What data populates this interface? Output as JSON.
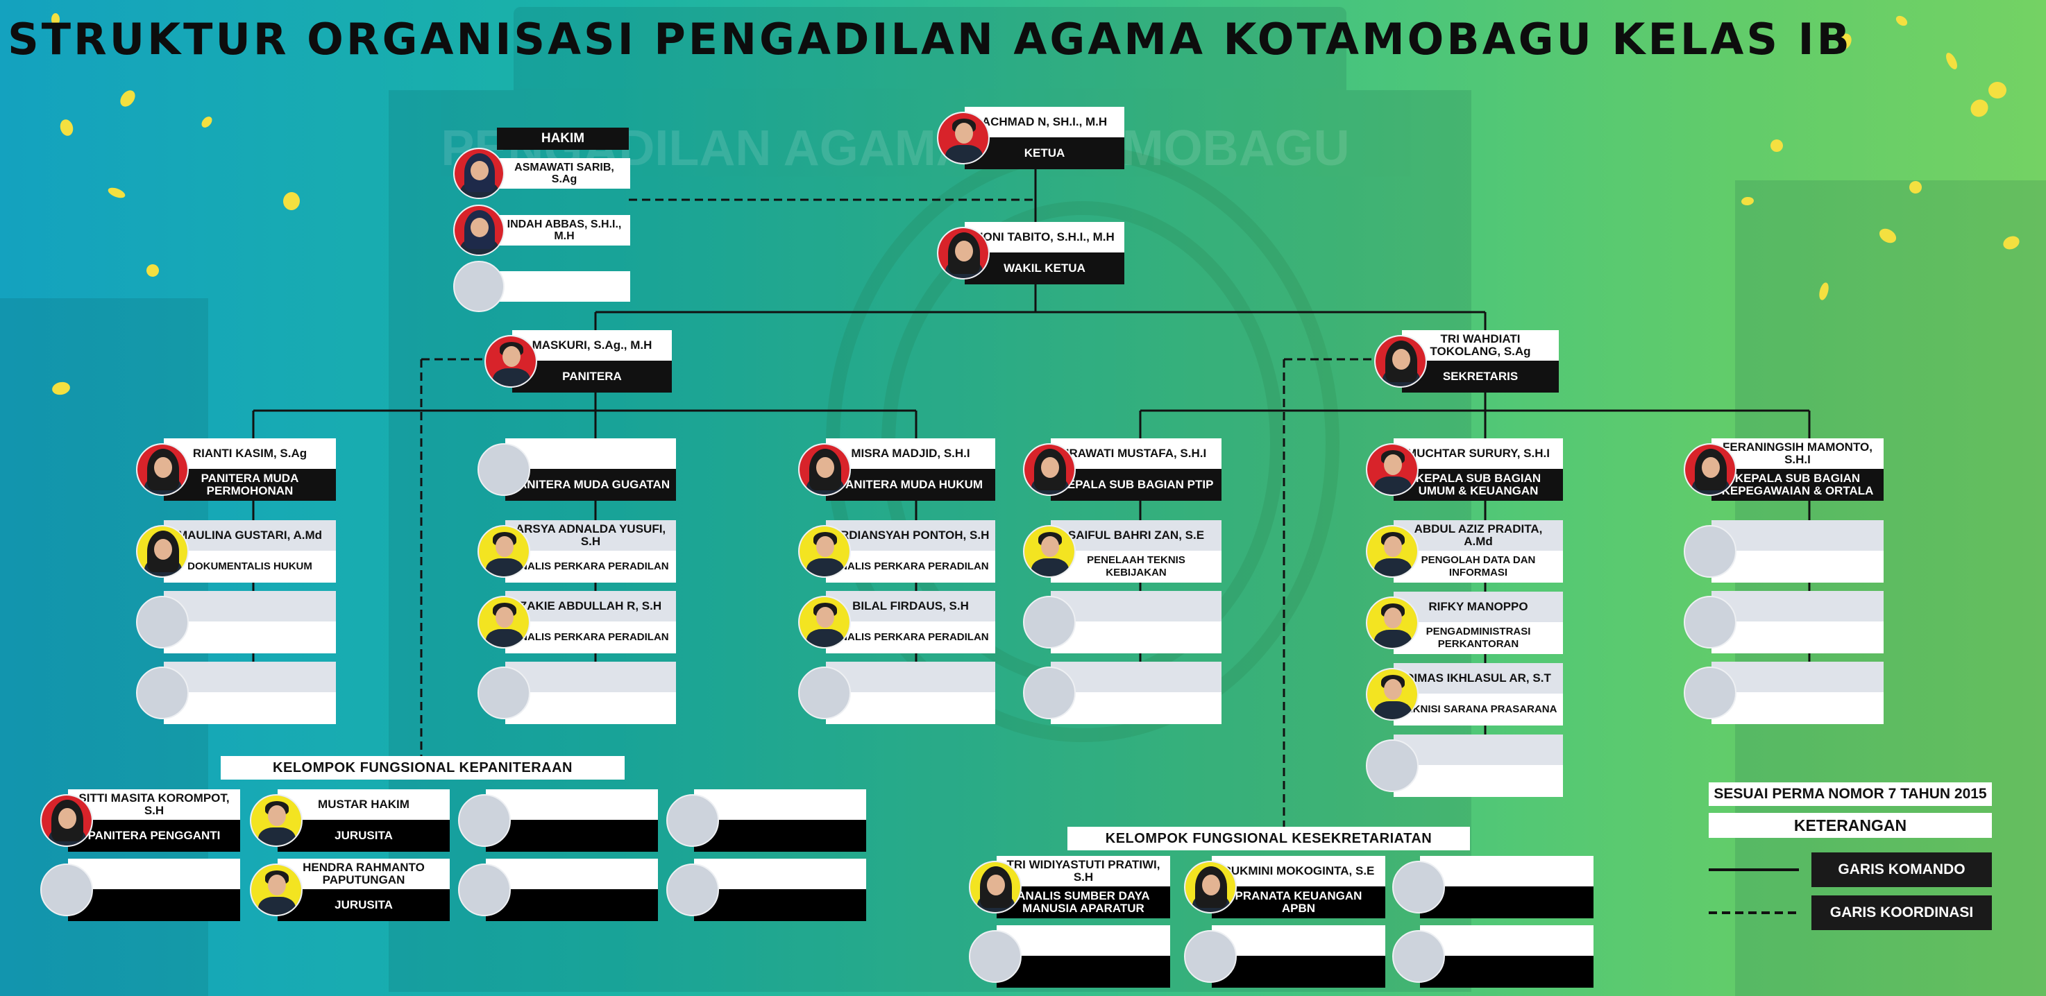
{
  "title": "STRUKTUR ORGANISASI PENGADILAN AGAMA KOTAMOBAGU KELAS IB",
  "background": {
    "watermark_text": "PENGADILAN AGAMA KOTAMOBAGU"
  },
  "colors": {
    "gradient_start": "#14a2bf",
    "gradient_end": "#74d264",
    "dark_box": "#111111",
    "light_box": "#ffffff",
    "empty_box": "#dfe3ea",
    "avatar_ring_red": "#d8232a",
    "avatar_ring_yellow": "#f3e421",
    "confetti": "#f4e040"
  },
  "hakim": {
    "label": "HAKIM",
    "members": [
      {
        "name": "ASMAWATI SARIB, S.Ag",
        "ring": "red"
      },
      {
        "name": "INDAH ABBAS, S.H.I., M.H",
        "ring": "red"
      },
      {
        "name": "",
        "ring": "none"
      }
    ]
  },
  "ketua": {
    "name": "ACHMAD N, SH.I., M.H",
    "role": "KETUA",
    "ring": "red"
  },
  "wakil": {
    "name": "NONI TABITO, S.H.I., M.H",
    "role": "WAKIL KETUA",
    "ring": "red"
  },
  "panitera": {
    "name": "MASKURI, S.Ag., M.H",
    "role": "PANITERA",
    "ring": "red"
  },
  "sekretaris": {
    "name": "TRI WAHDIATI TOKOLANG, S.Ag",
    "role": "SEKRETARIS",
    "ring": "red"
  },
  "units": [
    {
      "head": {
        "name": "RIANTI KASIM, S.Ag",
        "role": "PANITERA MUDA PERMOHONAN",
        "ring": "red"
      },
      "staff": [
        {
          "name": "MAULINA GUSTARI, A.Md",
          "role": "DOKUMENTALIS HUKUM",
          "ring": "yellow"
        },
        {
          "name": "",
          "role": "",
          "ring": "none"
        },
        {
          "name": "",
          "role": "",
          "ring": "none"
        }
      ]
    },
    {
      "head": {
        "name": "",
        "role": "PANITERA MUDA GUGATAN",
        "ring": "none"
      },
      "staff": [
        {
          "name": "ARSYA ADNALDA YUSUFI, S.H",
          "role": "ANALIS PERKARA PERADILAN",
          "ring": "yellow"
        },
        {
          "name": "ZAKIE ABDULLAH R, S.H",
          "role": "ANALIS PERKARA PERADILAN",
          "ring": "yellow"
        },
        {
          "name": "",
          "role": "",
          "ring": "none"
        }
      ]
    },
    {
      "head": {
        "name": "MISRA MADJID, S.H.I",
        "role": "PANITERA MUDA HUKUM",
        "ring": "red"
      },
      "staff": [
        {
          "name": "ARDIANSYAH PONTOH, S.H",
          "role": "ANALIS PERKARA PERADILAN",
          "ring": "yellow"
        },
        {
          "name": "BILAL FIRDAUS, S.H",
          "role": "ANALIS PERKARA PERADILAN",
          "ring": "yellow"
        },
        {
          "name": "",
          "role": "",
          "ring": "none"
        }
      ]
    },
    {
      "head": {
        "name": "IRAWATI MUSTAFA, S.H.I",
        "role": "KEPALA SUB BAGIAN PTIP",
        "ring": "red"
      },
      "staff": [
        {
          "name": "SAIFUL BAHRI ZAN, S.E",
          "role": "PENELAAH TEKNIS KEBIJAKAN",
          "ring": "yellow"
        },
        {
          "name": "",
          "role": "",
          "ring": "none"
        },
        {
          "name": "",
          "role": "",
          "ring": "none"
        }
      ]
    },
    {
      "head": {
        "name": "MUCHTAR SURURY, S.H.I",
        "role": "KEPALA SUB BAGIAN UMUM & KEUANGAN",
        "ring": "red"
      },
      "staff": [
        {
          "name": "ABDUL AZIZ PRADITA, A.Md",
          "role": "PENGOLAH DATA DAN INFORMASI",
          "ring": "yellow"
        },
        {
          "name": "RIFKY MANOPPO",
          "role": "PENGADMINISTRASI PERKANTORAN",
          "ring": "yellow"
        },
        {
          "name": "DIMAS IKHLASUL AR, S.T",
          "role": "TEKNISI SARANA PRASARANA",
          "ring": "yellow"
        },
        {
          "name": "",
          "role": "",
          "ring": "none"
        }
      ]
    },
    {
      "head": {
        "name": "FERANINGSIH MAMONTO, S.H.I",
        "role": "KEPALA SUB BAGIAN KEPEGAWAIAN & ORTALA",
        "ring": "red"
      },
      "staff": [
        {
          "name": "",
          "role": "",
          "ring": "none"
        },
        {
          "name": "",
          "role": "",
          "ring": "none"
        },
        {
          "name": "",
          "role": "",
          "ring": "none"
        }
      ]
    }
  ],
  "fungsional_kepaniteraan": {
    "label": "KELOMPOK FUNGSIONAL KEPANITERAAN",
    "members": [
      {
        "name": "SITTI MASITA KOROMPOT, S.H",
        "role": "PANITERA PENGGANTI",
        "ring": "red"
      },
      {
        "name": "MUSTAR HAKIM",
        "role": "JURUSITA",
        "ring": "yellow"
      },
      {
        "name": "",
        "role": "",
        "ring": "none"
      },
      {
        "name": "",
        "role": "",
        "ring": "none"
      },
      {
        "name": "",
        "role": "",
        "ring": "none"
      },
      {
        "name": "HENDRA RAHMANTO PAPUTUNGAN",
        "role": "JURUSITA",
        "ring": "yellow"
      },
      {
        "name": "",
        "role": "",
        "ring": "none"
      },
      {
        "name": "",
        "role": "",
        "ring": "none"
      }
    ]
  },
  "fungsional_kesekretariatan": {
    "label": "KELOMPOK FUNGSIONAL KESEKRETARIATAN",
    "members": [
      {
        "name": "TRI WIDIYASTUTI PRATIWI, S.H",
        "role": "ANALIS SUMBER DAYA MANUSIA APARATUR",
        "ring": "yellow"
      },
      {
        "name": "RUKMINI MOKOGINTA, S.E",
        "role": "PRANATA KEUANGAN APBN",
        "ring": "yellow"
      },
      {
        "name": "",
        "role": "",
        "ring": "none"
      },
      {
        "name": "",
        "role": "",
        "ring": "none"
      },
      {
        "name": "",
        "role": "",
        "ring": "none"
      },
      {
        "name": "",
        "role": "",
        "ring": "none"
      }
    ]
  },
  "legend": {
    "perma": "SESUAI PERMA NOMOR 7 TAHUN 2015",
    "keterangan": "KETERANGAN",
    "komando": "GARIS KOMANDO",
    "koordinasi": "GARIS KOORDINASI"
  }
}
